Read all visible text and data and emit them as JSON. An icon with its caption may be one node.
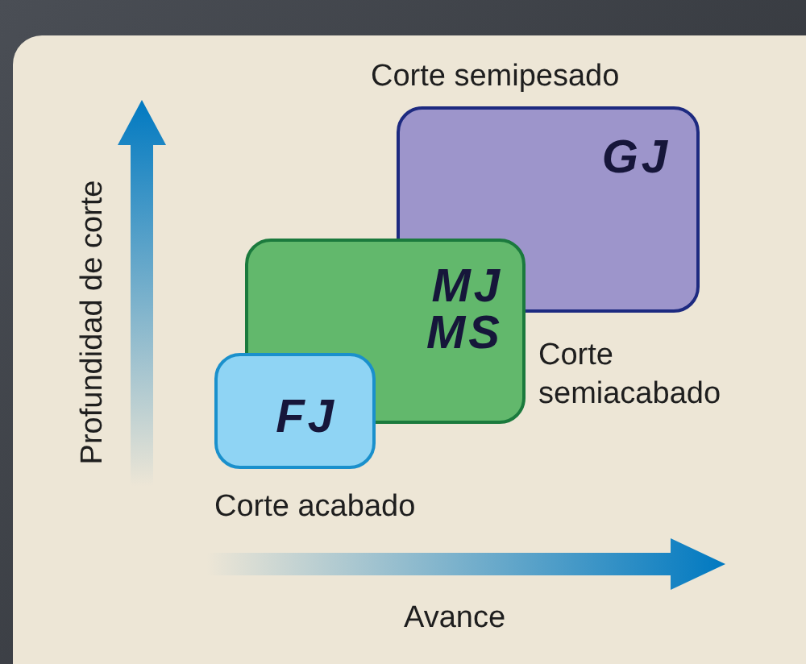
{
  "diagram": {
    "nodes": [
      {
        "text": [
          "GJ"
        ],
        "beside": [
          "Corte semipesado"
        ]
      },
      {
        "text": [
          "MJ MS"
        ],
        "beside": [
          "Corte semiacabado"
        ]
      },
      {
        "text": [
          "FJ"
        ],
        "beside": [
          "Corte acabado"
        ]
      }
    ],
    "labels": [
      "Profundidad de corte",
      "Avance"
    ]
  }
}
